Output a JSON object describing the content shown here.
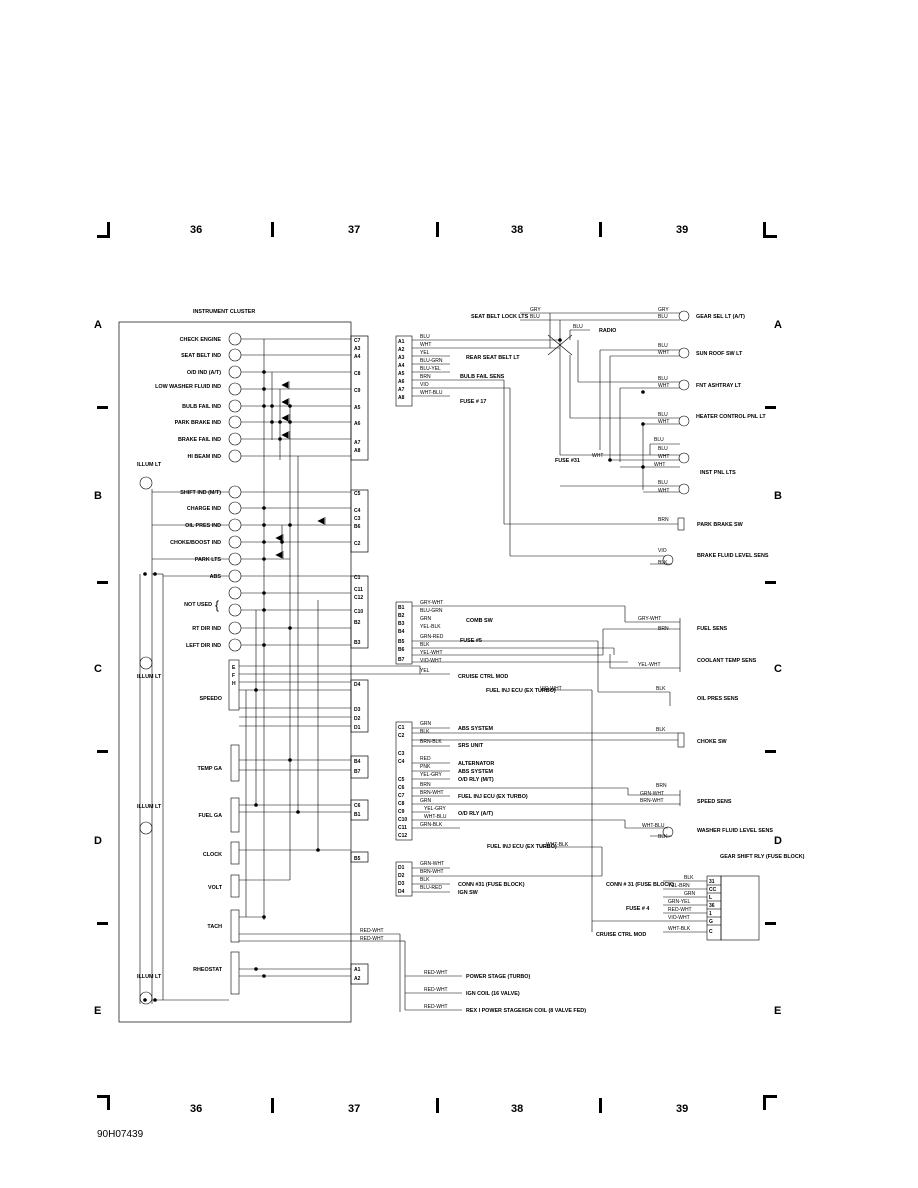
{
  "frame": {
    "columns": [
      "36",
      "37",
      "38",
      "39"
    ],
    "rows": [
      "A",
      "B",
      "C",
      "D",
      "E"
    ]
  },
  "cluster": {
    "title": "INSTRUMENT CLUSTER",
    "indicators": [
      {
        "label": "CHECK ENGINE",
        "pin": "C7"
      },
      {
        "label": "SEAT BELT IND",
        "pin": "A4"
      },
      {
        "label": "O/D IND (A/T)",
        "pin": "C8"
      },
      {
        "label": "LOW WASHER FLUID IND",
        "pin": "C9"
      },
      {
        "label": "BULB FAIL IND",
        "pin": "A5"
      },
      {
        "label": "PARK BRAKE IND",
        "pin": "A6"
      },
      {
        "label": "BRAKE FAIL IND",
        "pin": "A7"
      },
      {
        "label": "HI BEAM IND",
        "pin": "A8"
      },
      {
        "label": "SHIFT IND (M/T)",
        "pin": "C5"
      },
      {
        "label": "CHARGE IND",
        "pin": "C4"
      },
      {
        "label": "OIL PRES IND",
        "pin": "B6"
      },
      {
        "label": "CHOKE/BOOST IND",
        "pin": "C2"
      },
      {
        "label": "PARK LTS",
        "pin": ""
      },
      {
        "label": "ABS",
        "pin": "C1"
      },
      {
        "label": "NOT USED",
        "pin": "C11"
      },
      {
        "label": "",
        "pin": "C10"
      },
      {
        "label": "RT DIR IND",
        "pin": "B2"
      },
      {
        "label": "LEFT DIR IND",
        "pin": "B3"
      }
    ],
    "extra_pins": [
      "A3",
      "C3",
      "C12"
    ],
    "illum": [
      "ILLUM LT",
      "ILLUM LT",
      "ILLUM LT",
      "ILLUM LT"
    ],
    "gauges": [
      {
        "label": "SPEEDO",
        "pins": [
          "D4",
          "D3",
          "D2",
          "D1"
        ]
      },
      {
        "label": "TEMP GA",
        "pins": [
          "B4",
          "B7"
        ]
      },
      {
        "label": "FUEL GA",
        "pins": [
          "C6",
          "B1"
        ]
      },
      {
        "label": "CLOCK",
        "pins": [
          "B5"
        ]
      },
      {
        "label": "VOLT",
        "pins": []
      },
      {
        "label": "TACH",
        "pins": []
      },
      {
        "label": "RHEOSTAT",
        "pins": [
          "A1",
          "A2"
        ]
      }
    ],
    "speedo_pins": [
      "E",
      "F",
      "H"
    ]
  },
  "connector_a": {
    "pins": [
      "A1",
      "A2",
      "A3",
      "A4",
      "A5",
      "A6",
      "A7",
      "A8"
    ],
    "wires": [
      "BLU",
      "WHT",
      "YEL",
      "BLU-GRN",
      "BLU-YEL",
      "BRN",
      "VIO",
      "WHT-BLU"
    ],
    "dest": [
      {
        "label": "REAR SEAT BELT LT"
      },
      {
        "label": "BULB FAIL SENS"
      },
      {
        "label": "FUSE # 17"
      }
    ]
  },
  "connector_b": {
    "pins": [
      "B1",
      "B2",
      "B3",
      "B4",
      "B5",
      "B6",
      "B7"
    ],
    "wires": [
      "GRY-WHT",
      "BLU-GRN",
      "GRN",
      "YEL-BLK",
      "GRN-RED",
      "BLK",
      "YEL-WHT",
      "VIO-WHT"
    ],
    "dest": [
      {
        "label": "COMB SW"
      },
      {
        "label": "FUSE #5"
      }
    ]
  },
  "connector_c": {
    "pins": [
      "C1",
      "C2",
      "C3",
      "C4",
      "C5",
      "C6",
      "C7",
      "C8",
      "C9",
      "C10",
      "C11",
      "C12"
    ],
    "wires": [
      "GRN",
      "BLK",
      "BRN-BLK",
      "RED",
      "PNK",
      "YEL-GRY",
      "BRN",
      "BRN-WHT",
      "GRN",
      "YEL-GRY",
      "WHT-BLU",
      "GRN-BLK"
    ],
    "dest": [
      {
        "label": "ABS SYSTEM"
      },
      {
        "label": "SRS UNIT"
      },
      {
        "label": "ALTERNATOR"
      },
      {
        "label": "ABS SYSTEM"
      },
      {
        "label": "O/D RLY (M/T)"
      },
      {
        "label": "FUEL INJ ECU (EX TURBO)"
      },
      {
        "label": "O/D RLY (A/T)"
      }
    ]
  },
  "connector_d": {
    "pins": [
      "D1",
      "D2",
      "D3",
      "D4"
    ],
    "wires": [
      "GRN-WHT",
      "BRN-WHT",
      "BLK",
      "BLU-RED"
    ],
    "dest": [
      {
        "label": "CONN #31 (FUSE BLOCK)"
      },
      {
        "label": "IGN SW"
      }
    ]
  },
  "top_wiring": {
    "seat_belt_lock": "SEAT BELT LOCK LTS",
    "wires_top": [
      "GRY",
      "BLU",
      "GRY",
      "BLU",
      "BLU"
    ],
    "radio": "RADIO",
    "right_items": [
      {
        "label": "GEAR SEL LT (A/T)"
      },
      {
        "label": "SUN ROOF SW LT"
      },
      {
        "label": "FNT ASHTRAY LT"
      },
      {
        "label": "HEATER CONTROL PNL LT"
      },
      {
        "label": "INST PNL LTS"
      }
    ],
    "right_wires": [
      "BLU",
      "WHT",
      "BLU",
      "WHT",
      "BLU",
      "WHT",
      "BLU",
      "BLU",
      "WHT",
      "WHT",
      "BLU",
      "WHT"
    ],
    "fuse31": "FUSE #31",
    "fuse31_wire": "WHT"
  },
  "sensors": [
    {
      "label": "PARK BRAKE SW",
      "wire": "BRN"
    },
    {
      "label": "BRAKE FLUID LEVEL SENS",
      "wire": "VIO"
    },
    {
      "label": "FUEL SENS",
      "wire": "GRY-WHT"
    },
    {
      "label": "COOLANT TEMP SENS",
      "wire": "YEL-WHT"
    },
    {
      "label": "OIL PRES SENS",
      "wire": "BLK"
    },
    {
      "label": "CHOKE SW",
      "wire": "BLK"
    },
    {
      "label": "SPEED SENS",
      "wire": "BRN"
    },
    {
      "label": "WASHER FLUID LEVEL SENS",
      "wire": "WHT-BLU"
    }
  ],
  "sensor_extra_wires": [
    "BLK",
    "BRN",
    "GRN-WHT",
    "BRN-WHT",
    "BLK"
  ],
  "middle": {
    "cruise": "CRUISE CTRL MOD",
    "cruise_wire": "YEL",
    "fuel_inj": "FUEL INJ ECU (EX TURBO)",
    "fuel_inj_wire": "VIO-WHT",
    "fuel_inj2": "FUEL INJ ECU (EX TURBO)",
    "fuel_inj2_wire": "WHT-BLK"
  },
  "gear_shift": {
    "title": "GEAR SHIFT RLY (FUSE BLOCK)",
    "pins": [
      "31",
      "CC",
      "L",
      "36",
      "1",
      "G",
      "C"
    ],
    "wires": [
      "BLK",
      "YEL-BRN",
      "GRN",
      "GRN-YEL",
      "RED-WHT",
      "VIO-WHT",
      "WHT-BLK"
    ],
    "conn31": "CONN # 31 (FUSE BLOCK)",
    "fuse4": "FUSE # 4",
    "cruise": "CRUISE CTRL MOD"
  },
  "bottom": {
    "wires": [
      "RED-WHT",
      "RED-WHT",
      "RED-WHT",
      "RED-WHT",
      "RED-WHT"
    ],
    "dest": [
      {
        "label": "POWER STAGE (TURBO)"
      },
      {
        "label": "IGN COIL (16 VALVE)"
      },
      {
        "label": "REX I POWER STAGE/IGN COIL (8 VALVE FED)"
      }
    ]
  },
  "figure_id": "90H07439"
}
